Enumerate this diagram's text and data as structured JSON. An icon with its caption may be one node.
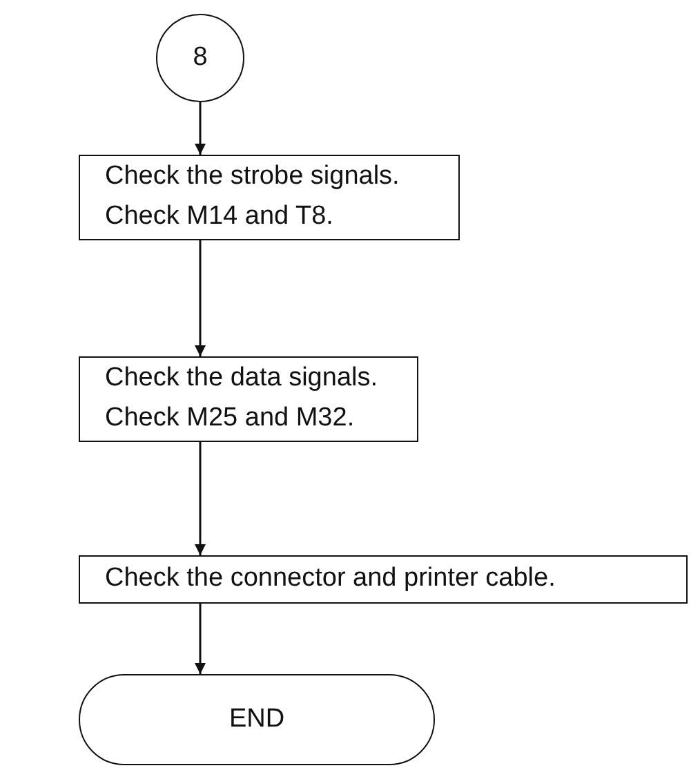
{
  "diagram": {
    "nodes": [
      {
        "text": [
          "8"
        ]
      },
      {
        "text": [
          "Check the strobe signals.",
          "Check M14 and T8."
        ]
      },
      {
        "text": [
          "Check the data signals.",
          "Check M25 and M32."
        ]
      },
      {
        "text": [
          "Check the connector and printer cable."
        ]
      },
      {
        "text": [
          "END"
        ]
      }
    ],
    "edges": [
      {
        "from": 0,
        "to": 1,
        "arrow": "to"
      },
      {
        "from": 1,
        "to": 2,
        "arrow": "to"
      },
      {
        "from": 2,
        "to": 3,
        "arrow": "to"
      },
      {
        "from": 3,
        "to": 4,
        "arrow": "to"
      }
    ]
  }
}
